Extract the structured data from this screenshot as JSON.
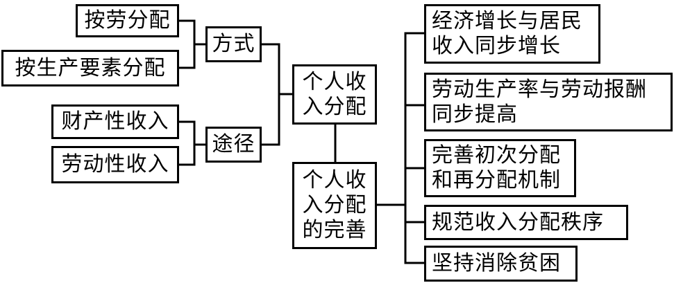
{
  "diagram": {
    "left_top": {
      "items": [
        "按劳分配",
        "按生产要素分配"
      ],
      "label": "方式"
    },
    "left_bottom": {
      "items": [
        "财产性收入",
        "劳动性收入"
      ],
      "label": "途径"
    },
    "center_top": {
      "lines": [
        "个人收",
        "入分配"
      ]
    },
    "center_bottom": {
      "lines": [
        "个人收",
        "入分配",
        "的完善"
      ]
    },
    "right": {
      "items": [
        {
          "lines": [
            "经济增长与居民",
            "收入同步增长"
          ]
        },
        {
          "lines": [
            "劳动生产率与劳动报酬",
            "同步提高"
          ]
        },
        {
          "lines": [
            "完善初次分配",
            "和再分配机制"
          ]
        },
        {
          "lines": [
            "规范收入分配秩序"
          ]
        },
        {
          "lines": [
            "坚持消除贫困"
          ]
        }
      ]
    }
  }
}
